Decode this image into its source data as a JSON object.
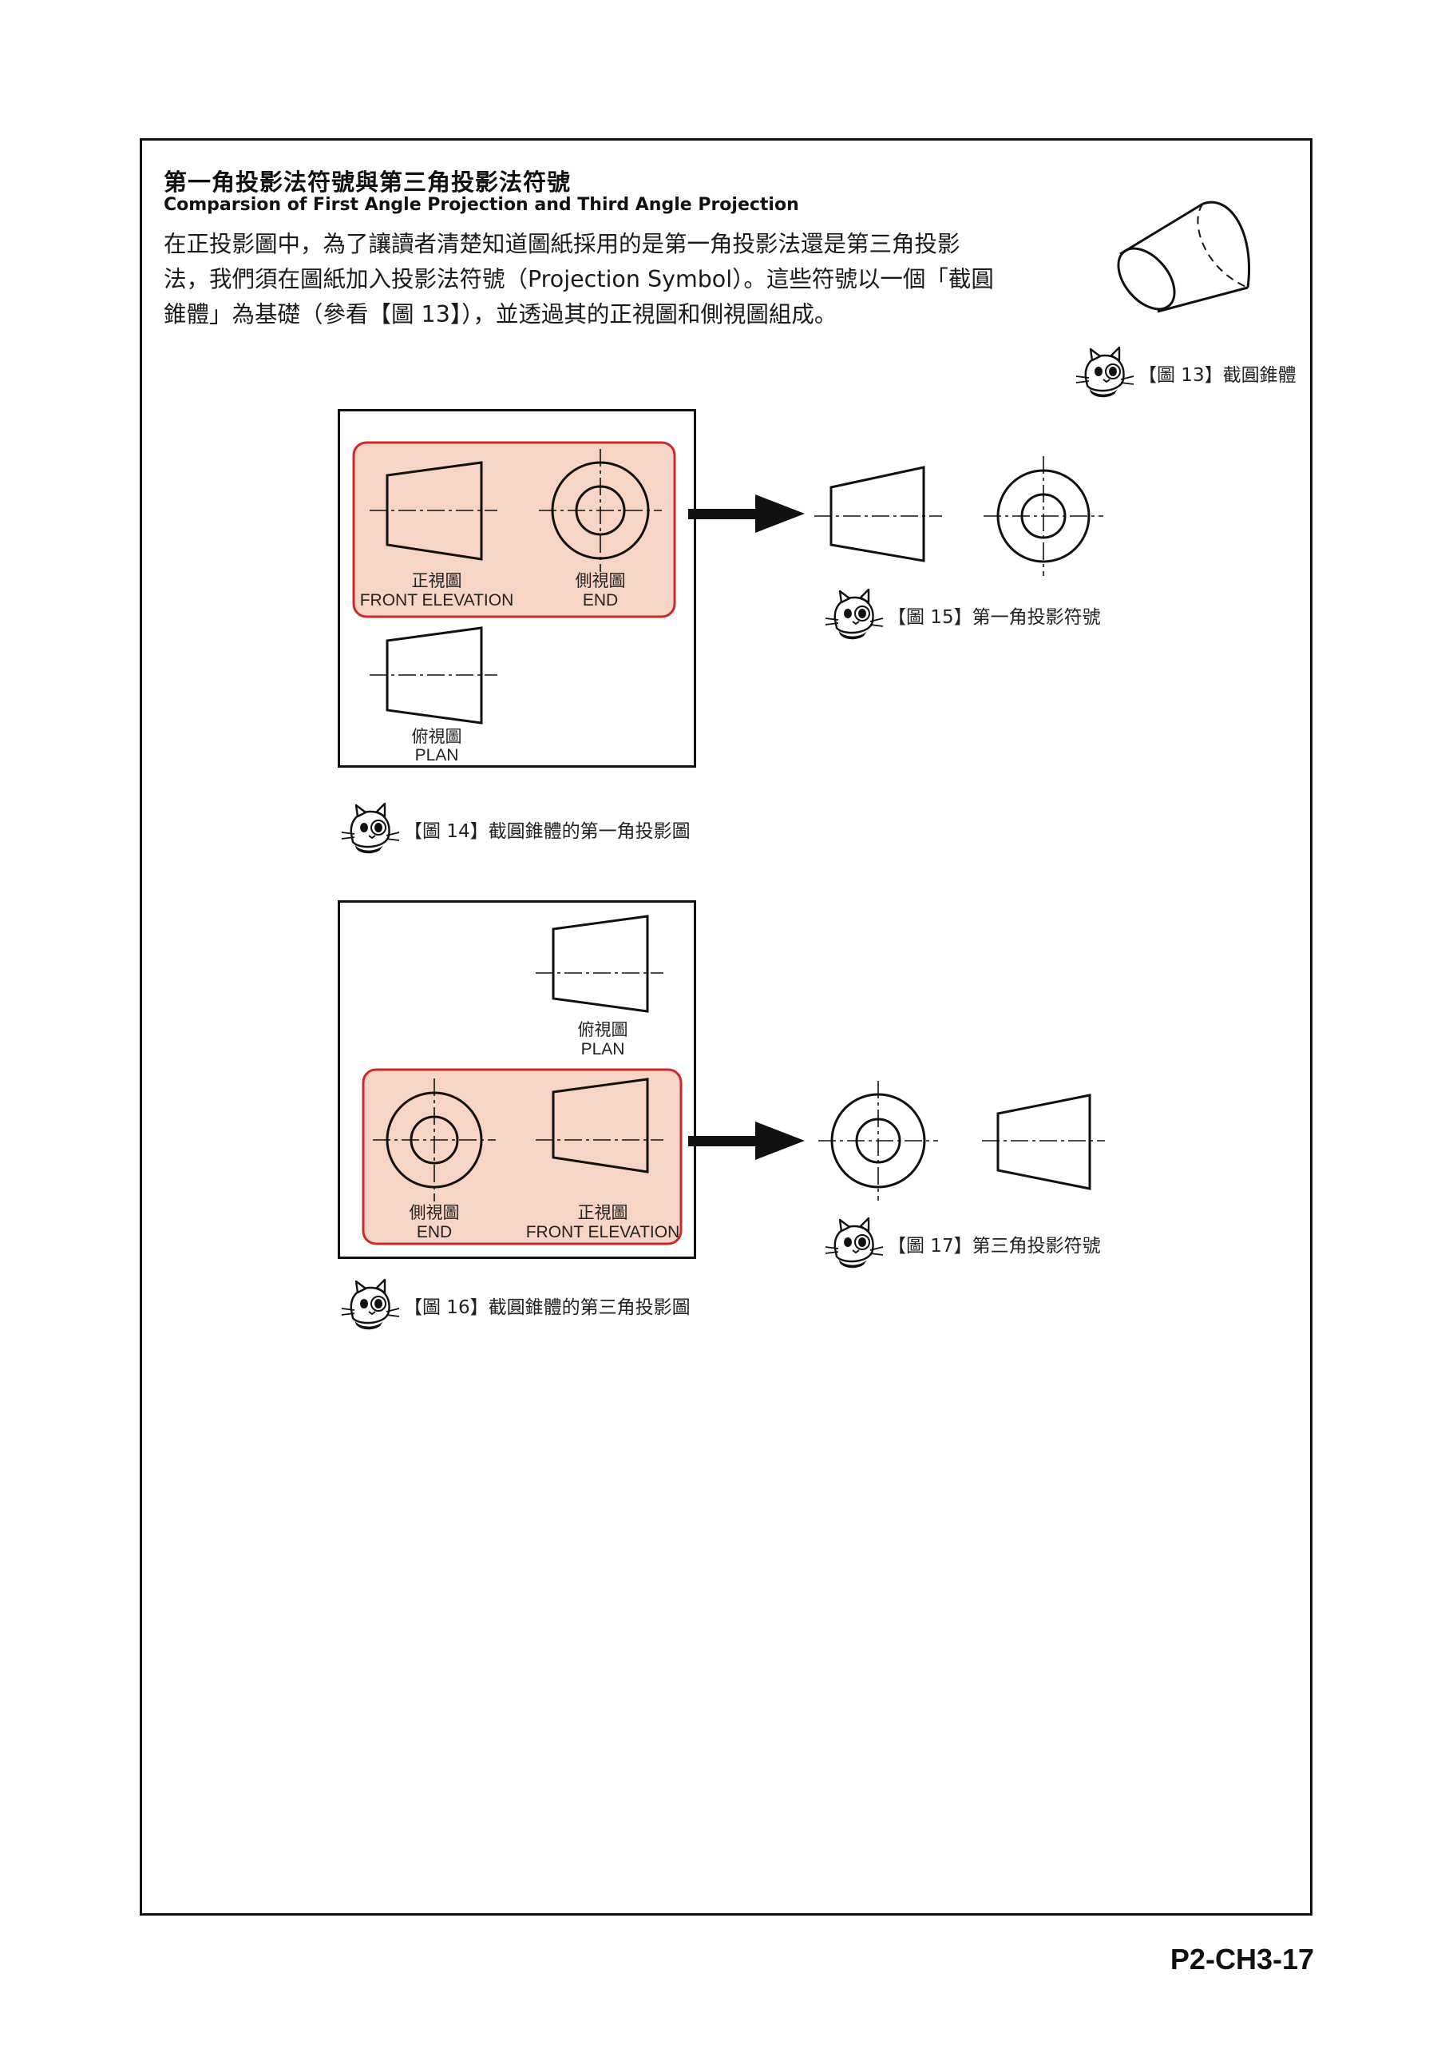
{
  "title_zh": "第一角投影法符號與第三角投影法符號",
  "title_en": "Comparsion of First Angle Projection and Third Angle Projection",
  "intro_lines": [
    "在正投影圖中，為了讓讀者清楚知道圖紙採用的是第一角投影法還是第三角投影",
    "法，我們須在圖紙加入投影法符號（Projection Symbol）。這些符號以一個「截圓",
    "錐體」為基礎（參看【圖 13】），並透過其的正視圖和側視圖組成。"
  ],
  "captions": {
    "fig13": "【圖 13】截圓錐體",
    "fig14": "【圖 14】截圓錐體的第一角投影圖",
    "fig15": "【圖 15】第一角投影符號",
    "fig16": "【圖 16】截圓錐體的第三角投影圖",
    "fig17": "【圖 17】第三角投影符號"
  },
  "labels": {
    "front_zh": "正視圖",
    "front_en": "FRONT ELEVATION",
    "end_zh": "側視圖",
    "end_en": "END",
    "plan_zh": "俯視圖",
    "plan_en": "PLAN"
  },
  "colors": {
    "highlight_fill": "#f6d5c6",
    "highlight_border": "#cc2a2a",
    "ink": "#111111"
  },
  "icons": {
    "mascot": "cat-mascot-icon",
    "arrow": "right-arrow-icon"
  },
  "page_number": "P2-CH3-17"
}
